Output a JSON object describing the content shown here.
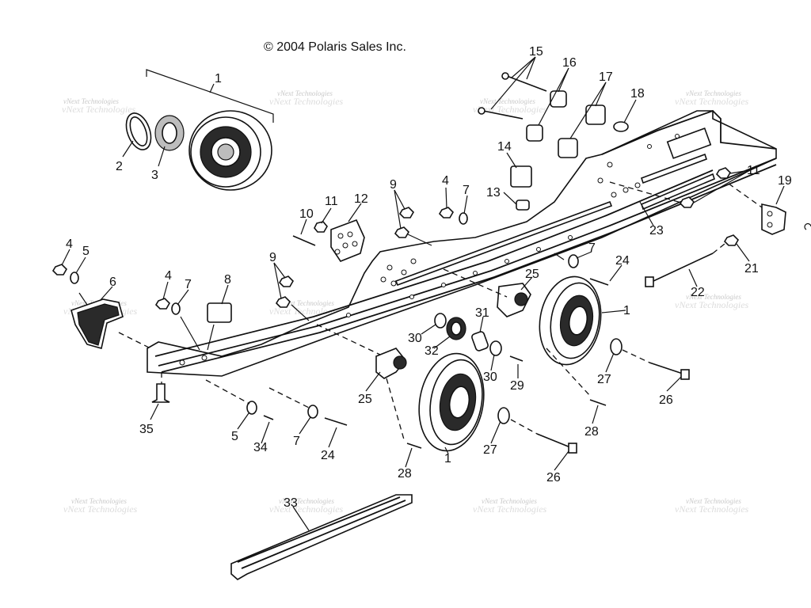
{
  "copyright": "© 2004 Polaris Sales Inc.",
  "watermark": {
    "line1": "vNext Technologies",
    "line2": "vNext Technologies"
  },
  "callouts": [
    {
      "key": "c1a",
      "text": "1"
    },
    {
      "key": "c1b",
      "text": "1"
    },
    {
      "key": "c1c",
      "text": "1"
    },
    {
      "key": "c2",
      "text": "2"
    },
    {
      "key": "c3",
      "text": "3"
    },
    {
      "key": "c4a",
      "text": "4"
    },
    {
      "key": "c4b",
      "text": "4"
    },
    {
      "key": "c4c",
      "text": "4"
    },
    {
      "key": "c5a",
      "text": "5"
    },
    {
      "key": "c5b",
      "text": "5"
    },
    {
      "key": "c6",
      "text": "6"
    },
    {
      "key": "c7a",
      "text": "7"
    },
    {
      "key": "c7b",
      "text": "7"
    },
    {
      "key": "c7c",
      "text": "7"
    },
    {
      "key": "c7d",
      "text": "7"
    },
    {
      "key": "c8",
      "text": "8"
    },
    {
      "key": "c9a",
      "text": "9"
    },
    {
      "key": "c9b",
      "text": "9"
    },
    {
      "key": "c10",
      "text": "10"
    },
    {
      "key": "c11a",
      "text": "11"
    },
    {
      "key": "c11b",
      "text": "11"
    },
    {
      "key": "c12",
      "text": "12"
    },
    {
      "key": "c13",
      "text": "13"
    },
    {
      "key": "c14",
      "text": "14"
    },
    {
      "key": "c15",
      "text": "15"
    },
    {
      "key": "c16",
      "text": "16"
    },
    {
      "key": "c17",
      "text": "17"
    },
    {
      "key": "c18",
      "text": "18"
    },
    {
      "key": "c19",
      "text": "19"
    },
    {
      "key": "c21",
      "text": "21"
    },
    {
      "key": "c22",
      "text": "22"
    },
    {
      "key": "c23",
      "text": "23"
    },
    {
      "key": "c24a",
      "text": "24"
    },
    {
      "key": "c24b",
      "text": "24"
    },
    {
      "key": "c25a",
      "text": "25"
    },
    {
      "key": "c25b",
      "text": "25"
    },
    {
      "key": "c26a",
      "text": "26"
    },
    {
      "key": "c26b",
      "text": "26"
    },
    {
      "key": "c27a",
      "text": "27"
    },
    {
      "key": "c27b",
      "text": "27"
    },
    {
      "key": "c28a",
      "text": "28"
    },
    {
      "key": "c28b",
      "text": "28"
    },
    {
      "key": "c29",
      "text": "29"
    },
    {
      "key": "c30a",
      "text": "30"
    },
    {
      "key": "c30b",
      "text": "30"
    },
    {
      "key": "c31",
      "text": "31"
    },
    {
      "key": "c32",
      "text": "32"
    },
    {
      "key": "c33",
      "text": "33"
    },
    {
      "key": "c34",
      "text": "34"
    },
    {
      "key": "c35",
      "text": "35"
    }
  ]
}
